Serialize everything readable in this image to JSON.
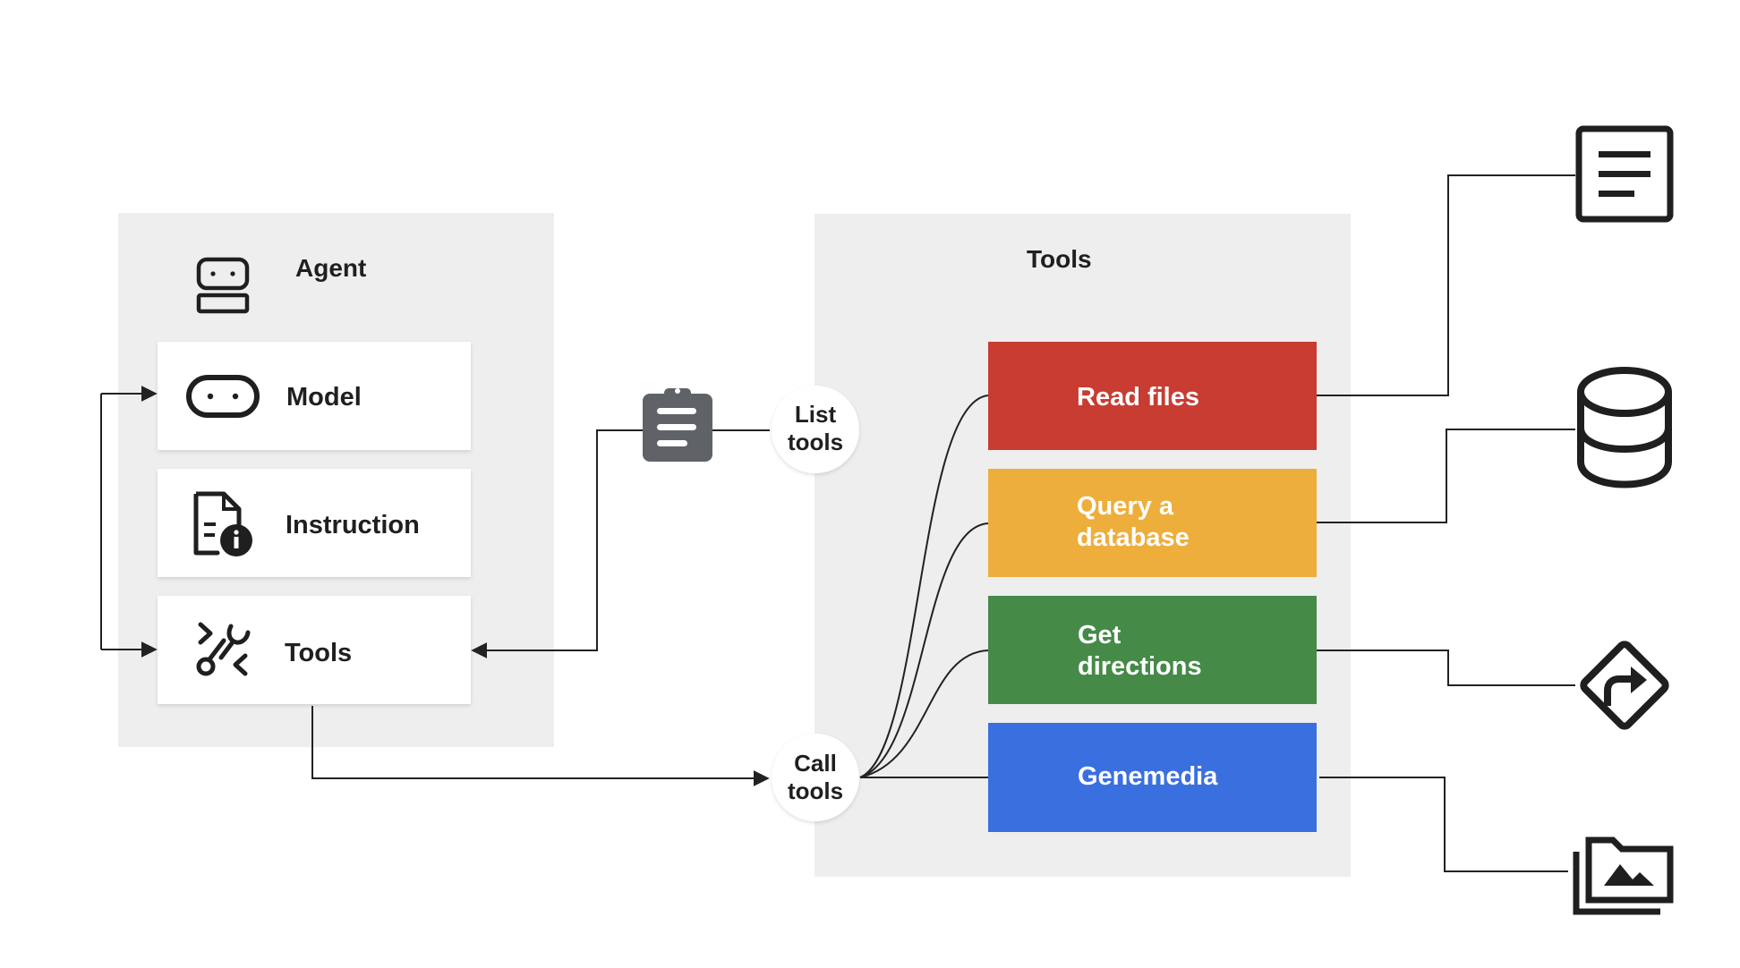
{
  "agent": {
    "title": "Agent",
    "components": [
      {
        "label": "Model",
        "icon": "model-icon"
      },
      {
        "label": "Instruction",
        "icon": "instruction-icon"
      },
      {
        "label": "Tools",
        "icon": "tools-icon"
      }
    ]
  },
  "connectors": {
    "list_tools": [
      "List",
      "tools"
    ],
    "call_tools": [
      "Call",
      "tools"
    ],
    "list_icon": "clipboard-icon"
  },
  "tools_panel": {
    "title": "Tools",
    "tools": [
      {
        "lines": [
          "Read files"
        ],
        "color": "#c83c32",
        "resource_icon": "document-icon"
      },
      {
        "lines": [
          "Query a",
          "database"
        ],
        "color": "#eeae3c",
        "resource_icon": "database-icon"
      },
      {
        "lines": [
          "Get",
          "directions"
        ],
        "color": "#458a47",
        "resource_icon": "directions-icon"
      },
      {
        "lines": [
          "Genemedia"
        ],
        "color": "#3a6fe0",
        "resource_icon": "media-folder-icon"
      }
    ]
  },
  "colors": {
    "panel": "#eeeeee",
    "card": "#ffffff",
    "line": "#222222",
    "icon": "#1f1f1f",
    "clipboard": "#5f6368",
    "tool_text": "#ffffff"
  }
}
